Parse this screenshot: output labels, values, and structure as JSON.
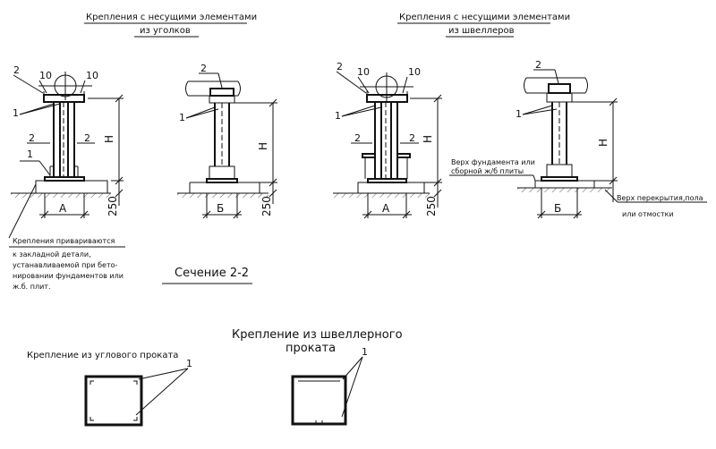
{
  "headings": {
    "angles_line1": "Крепления с несущими элементами",
    "angles_line2": "из уголков",
    "channels_line1": "Крепления с несущими элементами",
    "channels_line2": "из швеллеров"
  },
  "labels": {
    "num_1": "1",
    "num_2": "2",
    "num_10": "10",
    "dim_H": "Н",
    "dim_A": "А",
    "dim_B": "Б",
    "dim_250": "250"
  },
  "notes": {
    "weld_line1": "Крепления привариваются",
    "weld_line2": "к закладной детали,",
    "weld_line3": "устанавливаемой при бето-",
    "weld_line4": "нировании фундаментов или",
    "weld_line5": "ж.б. плит.",
    "foundation_line1": "Верх фундамента или",
    "foundation_line2": "сборной ж/б плиты",
    "floor_line1": "Верх перекрытия,пола",
    "floor_line2": "или отмостки"
  },
  "section": {
    "title": "Сечение 2-2",
    "channel_title_line1": "Крепление из швеллерного",
    "channel_title_line2": "проката",
    "angle_title": "Крепление из углового проката"
  }
}
